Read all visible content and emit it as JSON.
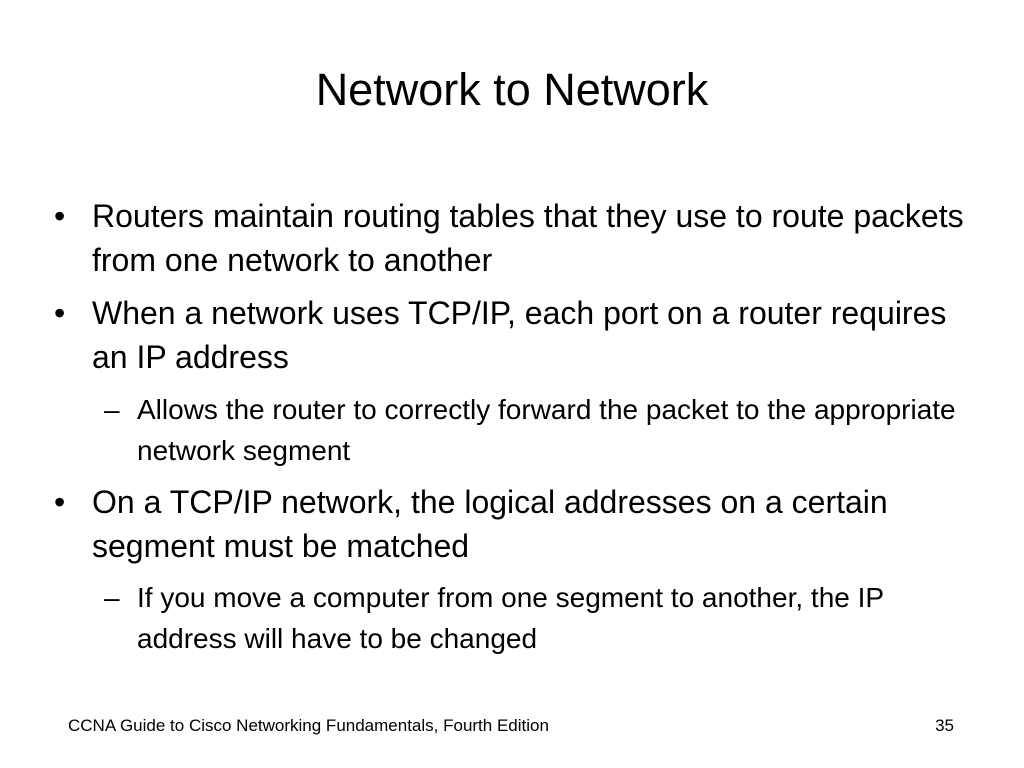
{
  "slide": {
    "title": "Network to Network",
    "bullet_marker": "•",
    "sub_marker": "–",
    "items": [
      {
        "level": 1,
        "text": "Routers maintain routing tables that they use to route packets from one network to another"
      },
      {
        "level": 1,
        "text": "When a network uses TCP/IP, each port on a router requires an IP address"
      },
      {
        "level": 2,
        "text": "Allows the router to correctly forward the packet to the appropriate network segment"
      },
      {
        "level": 1,
        "text": "On a TCP/IP network, the logical addresses on a certain segment must be matched"
      },
      {
        "level": 2,
        "text": "If you move a computer from one segment to another, the IP address will have to be changed"
      }
    ]
  },
  "footer": {
    "book_title": "CCNA Guide to Cisco Networking Fundamentals, Fourth Edition",
    "page_number": "35"
  }
}
